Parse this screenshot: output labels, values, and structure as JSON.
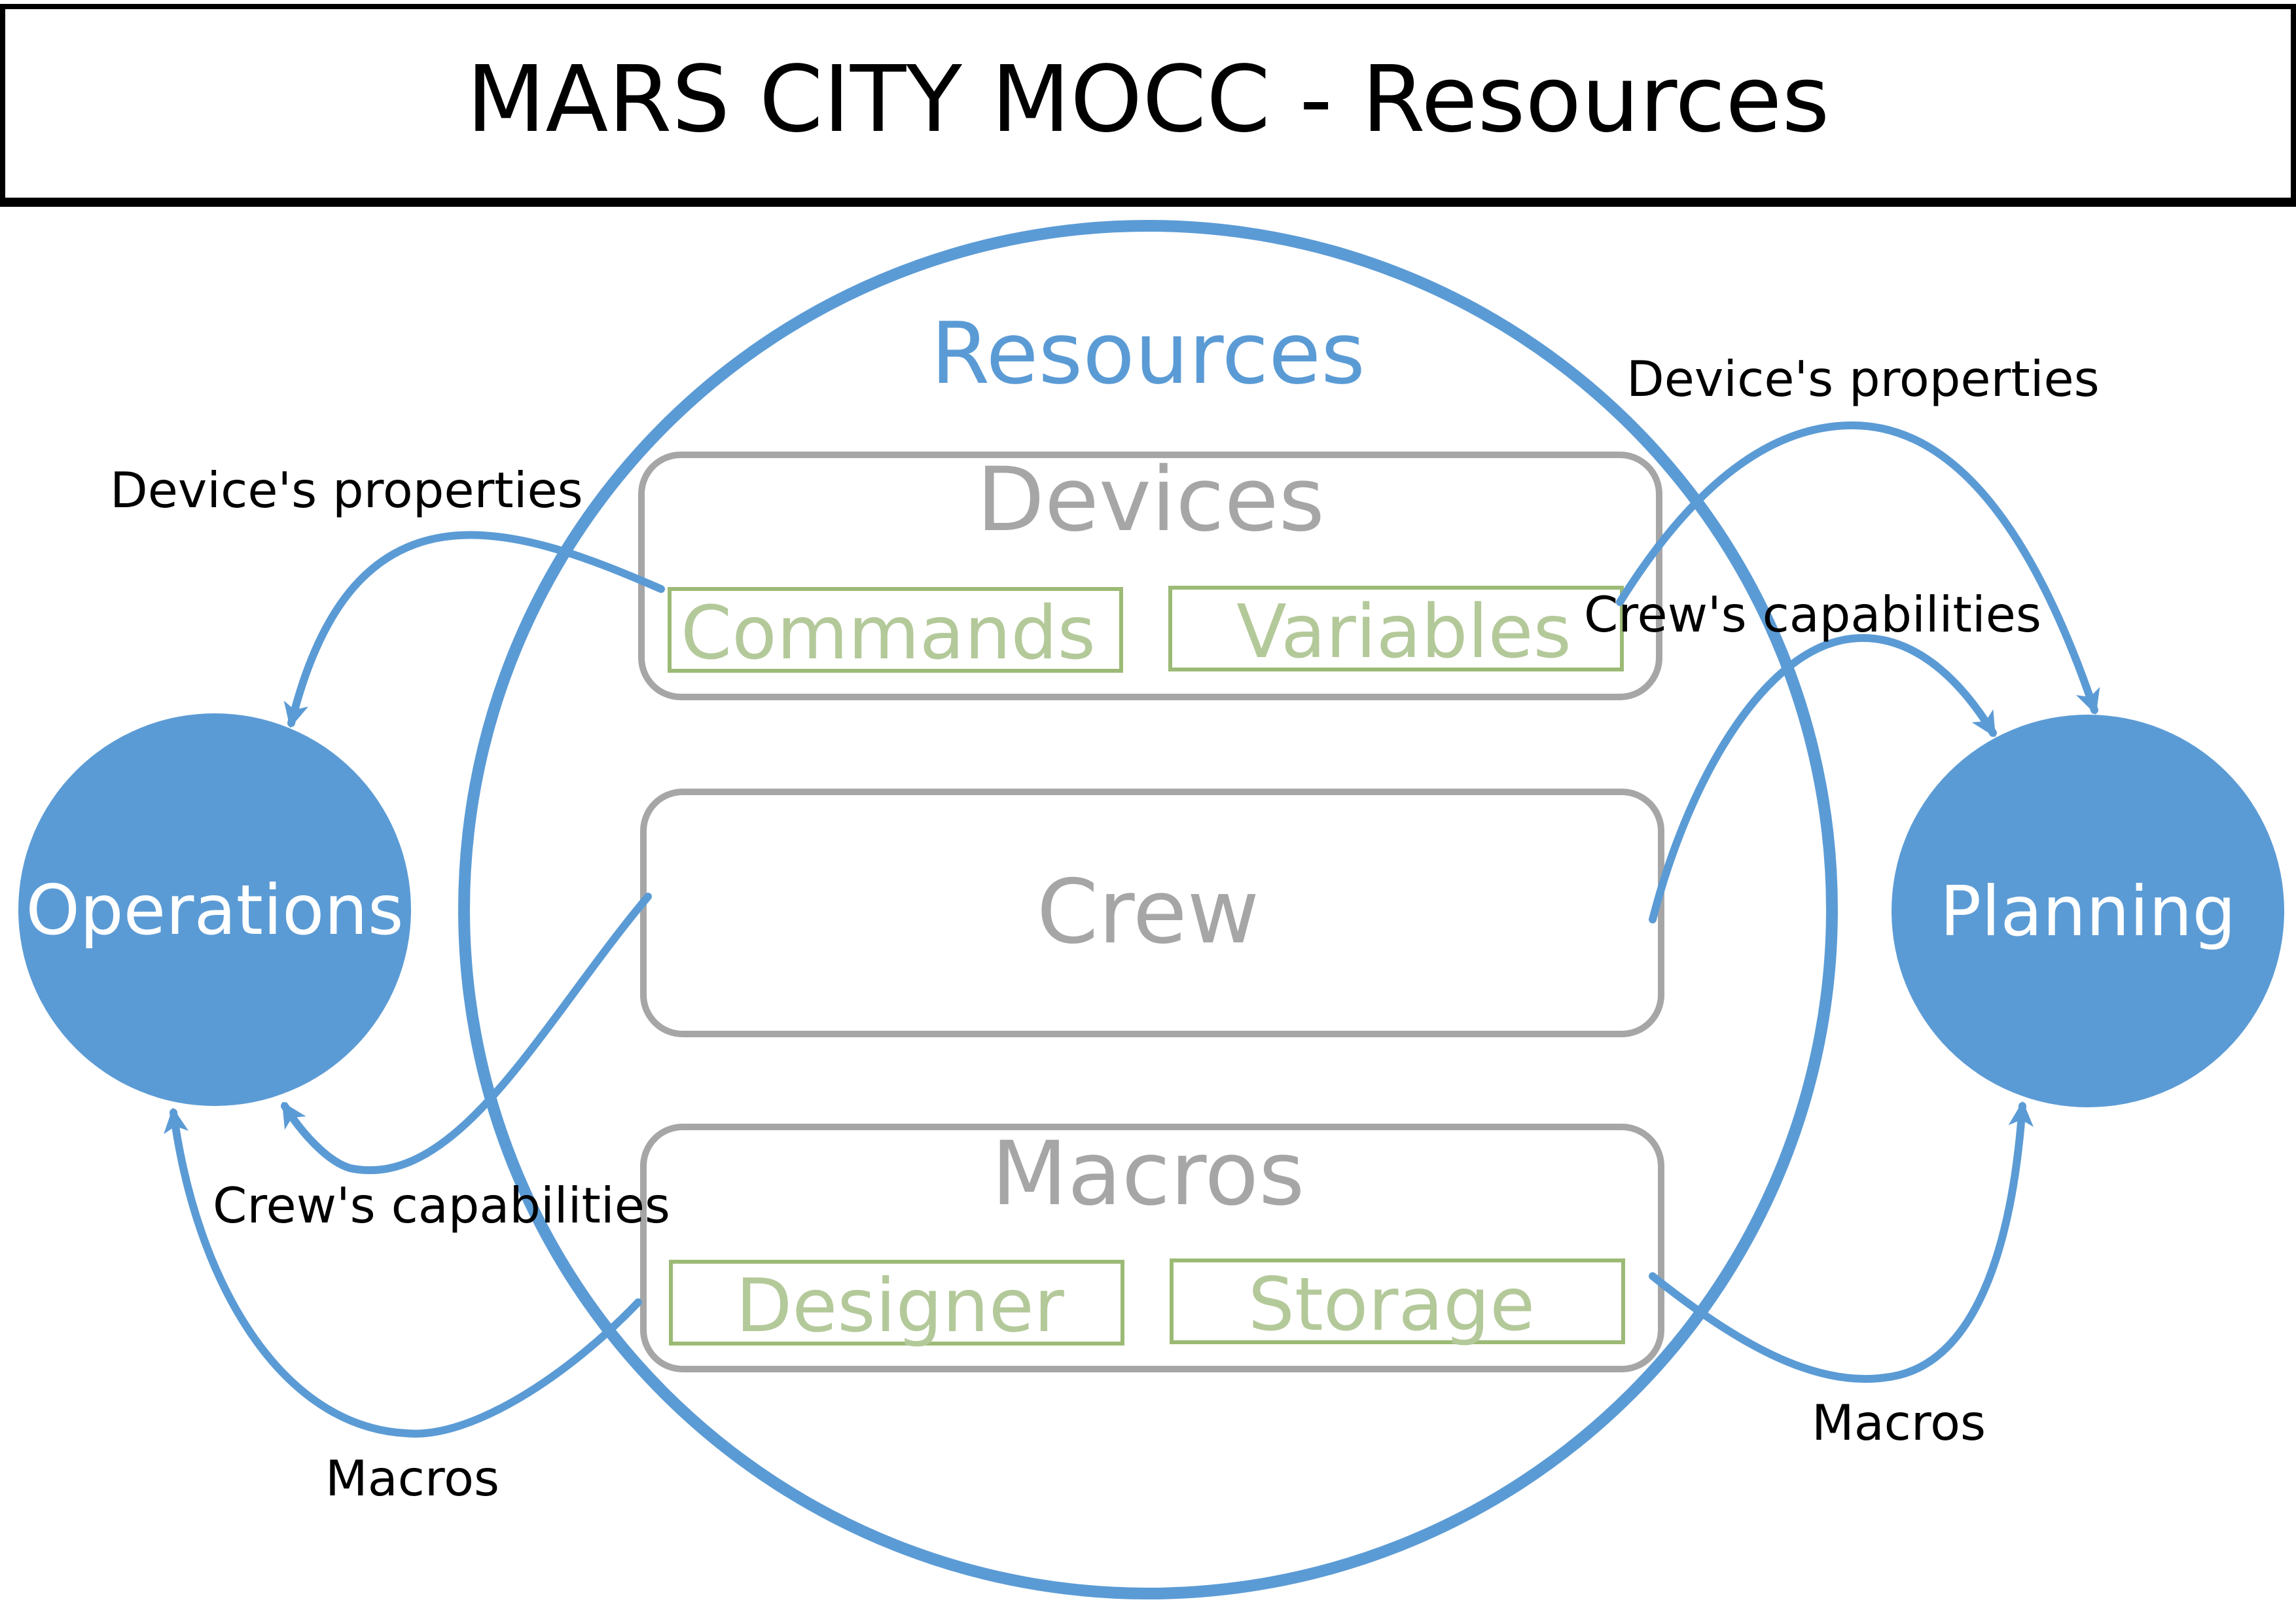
{
  "title": "MARS CITY MOCC - Resources",
  "resources": {
    "label": "Resources"
  },
  "panels": {
    "devices": {
      "label": "Devices",
      "items": [
        "Commands",
        "Variables"
      ]
    },
    "crew": {
      "label": "Crew"
    },
    "macros": {
      "label": "Macros",
      "items": [
        "Designer",
        "Storage"
      ]
    }
  },
  "nodes": {
    "operations": "Operations",
    "planning": "Planning"
  },
  "flows": {
    "left_devices": "Device's properties",
    "left_crew": "Crew's capabilities",
    "left_macros": "Macros",
    "right_devices": "Device's properties",
    "right_crew": "Crew's capabilities",
    "right_macros": "Macros"
  },
  "colors": {
    "accent": "#5b9bd5",
    "panel_border": "#a6a6a6",
    "sub_border": "#9cba76",
    "sub_text": "#b4c99a"
  }
}
